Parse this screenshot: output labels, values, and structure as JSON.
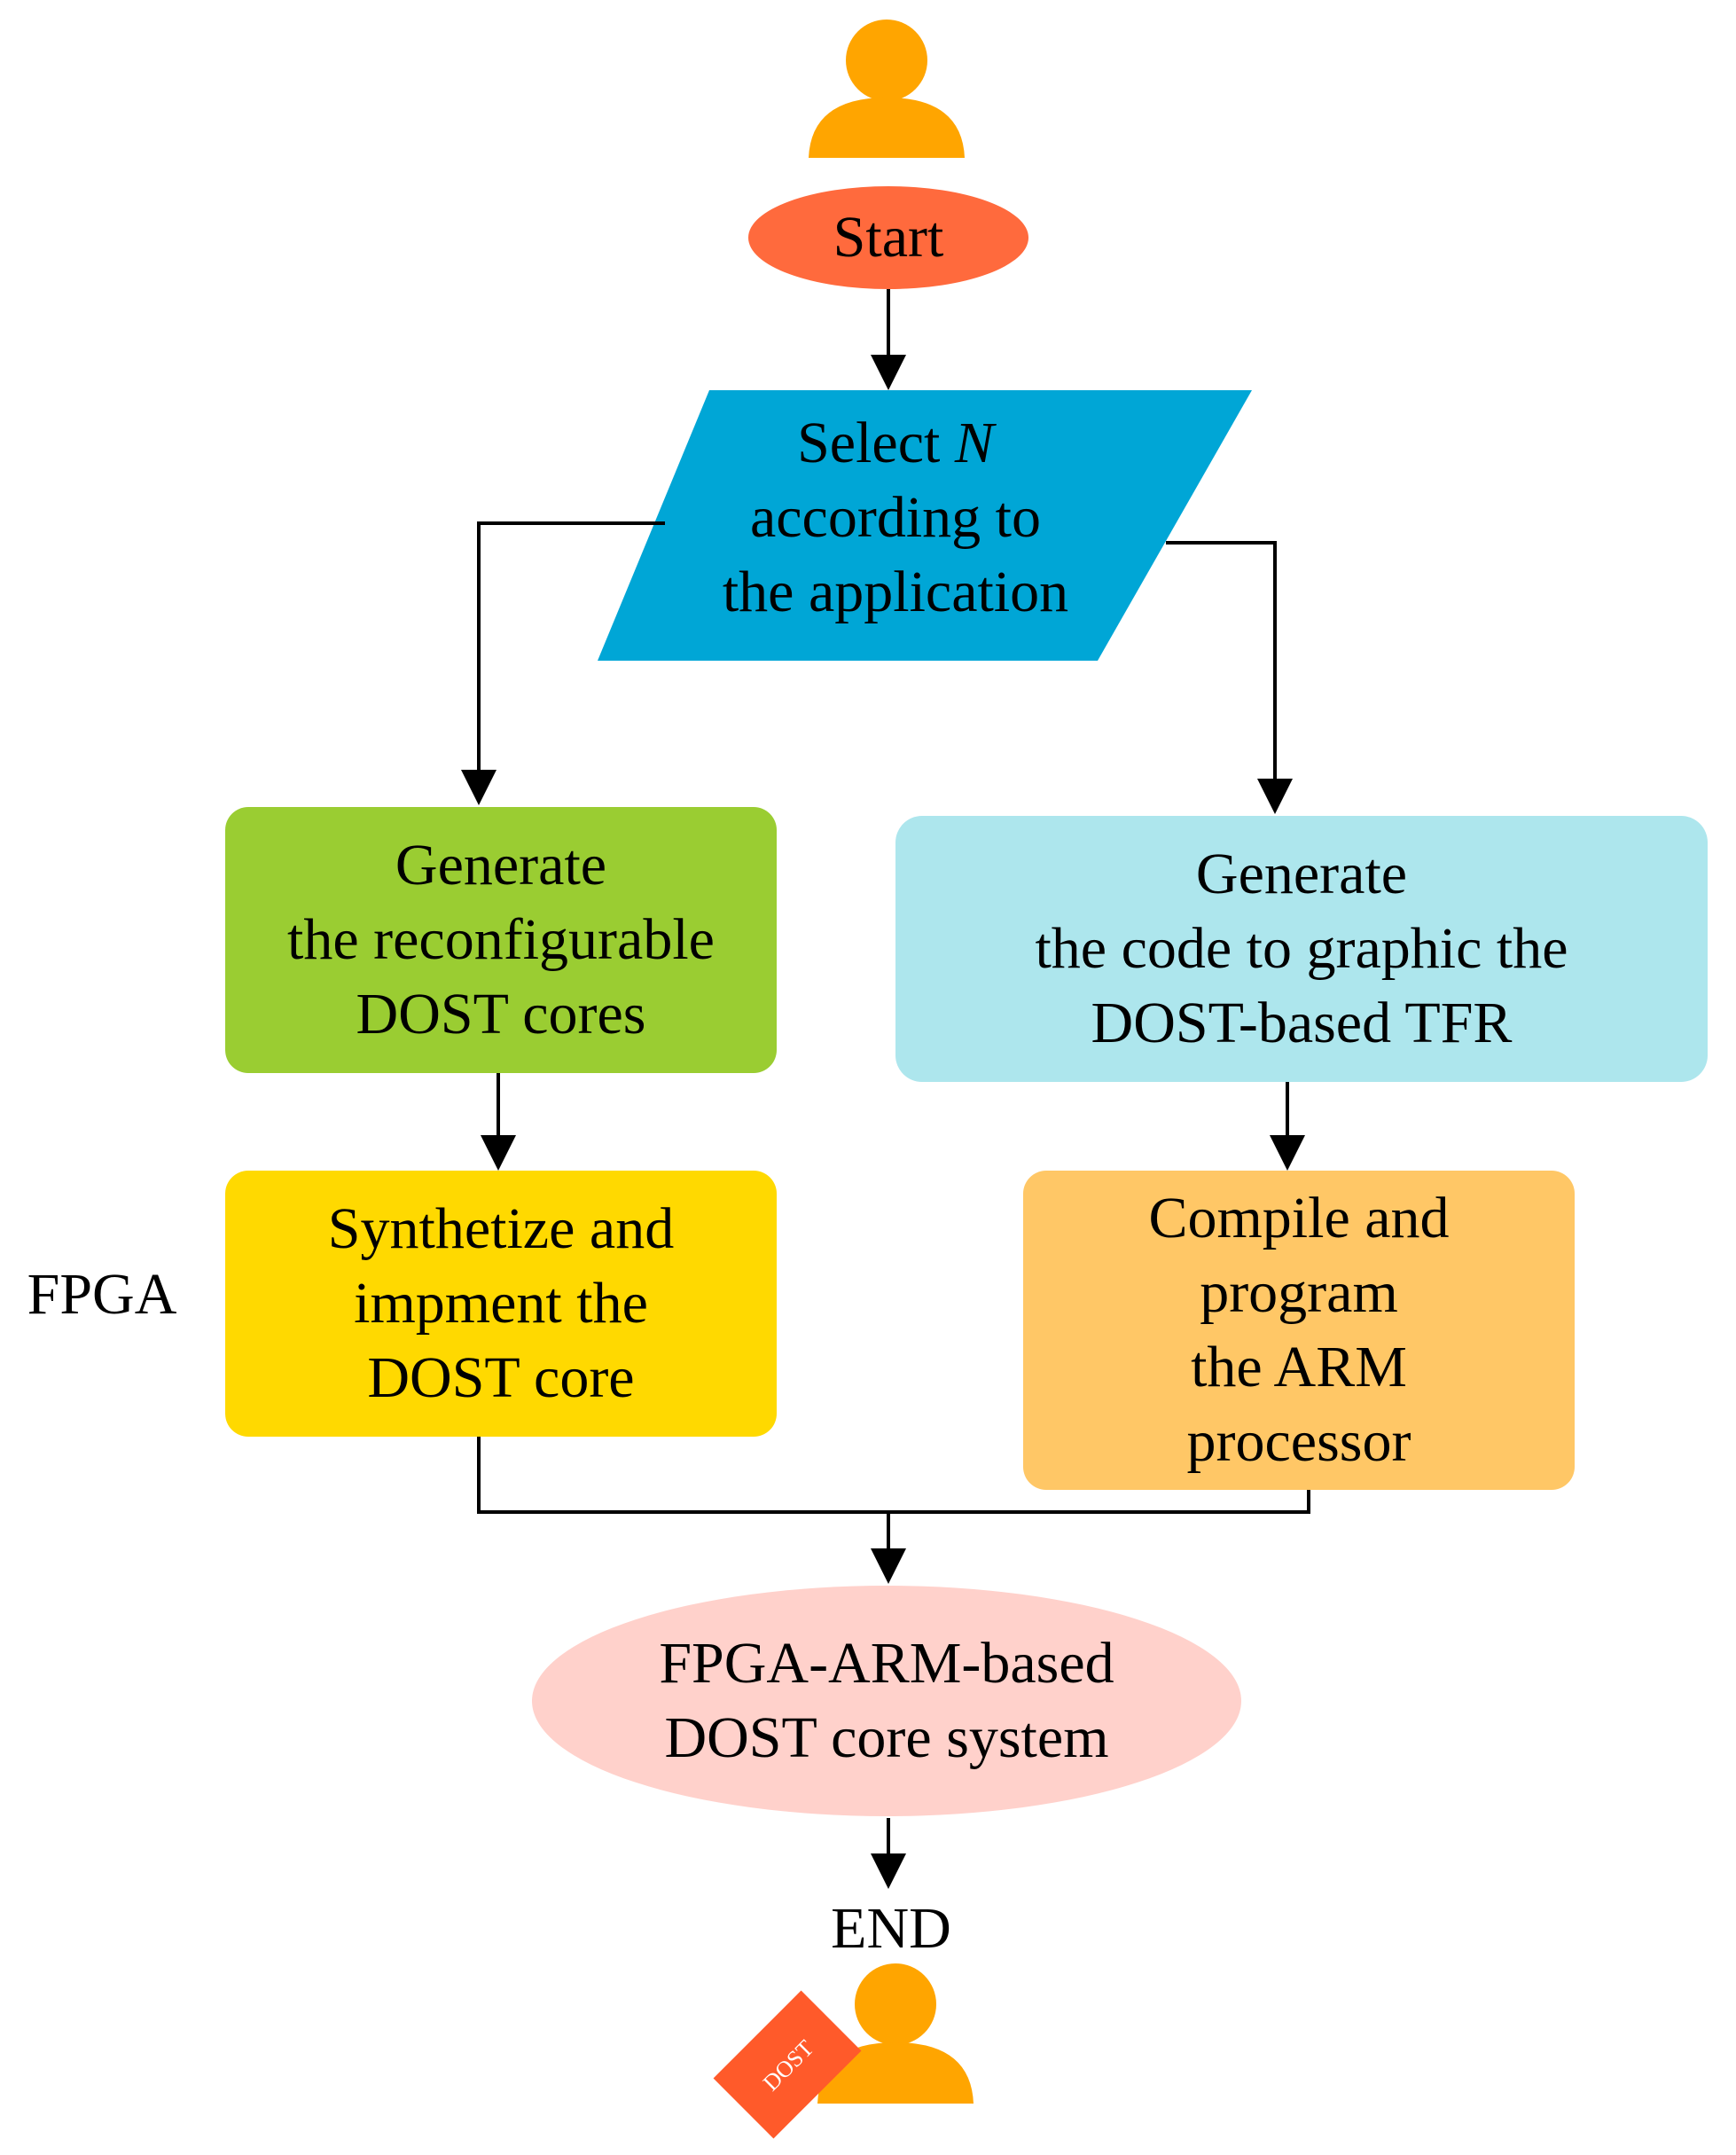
{
  "diagram": {
    "start": "Start",
    "select": {
      "prefix": "Select ",
      "var": "N",
      "line2": "according to",
      "line3": "the application"
    },
    "gen_cores": [
      "Generate",
      "the reconfigurable",
      "DOST cores"
    ],
    "gen_code": [
      "Generate",
      "the code to graphic the",
      "DOST-based TFR"
    ],
    "synth": [
      "Synthetize and",
      "impment the",
      "DOST core"
    ],
    "compile": [
      "Compile and",
      "program",
      "the ARM",
      "processor"
    ],
    "fpga_side_label": "FPGA",
    "system": [
      "FPGA-ARM-based",
      "DOST core system"
    ],
    "end": "END",
    "badge_text": "DOST",
    "colors": {
      "person": "#FFA500",
      "start": "#FF6A3D",
      "select": "#00A6D6",
      "gen_cores": "#9ACD32",
      "gen_code": "#ADE6ED",
      "synth": "#FFD900",
      "compile": "#FFC766",
      "system": "#FFD1CB",
      "badge": "#FF5A2A"
    }
  }
}
